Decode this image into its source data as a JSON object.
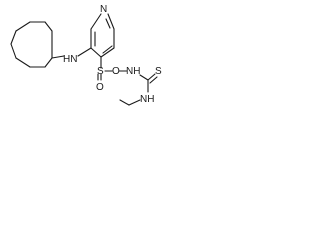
{
  "structure": {
    "atoms": {
      "ring_n": "N",
      "amine": "HN",
      "sulfonyl_s": "S",
      "sulfonyl_o_left": "O",
      "sulfonyl_o_right": "O",
      "urea_nh_upper": "NH",
      "urea_nh_lower": "NH",
      "thione_s": "S"
    }
  }
}
